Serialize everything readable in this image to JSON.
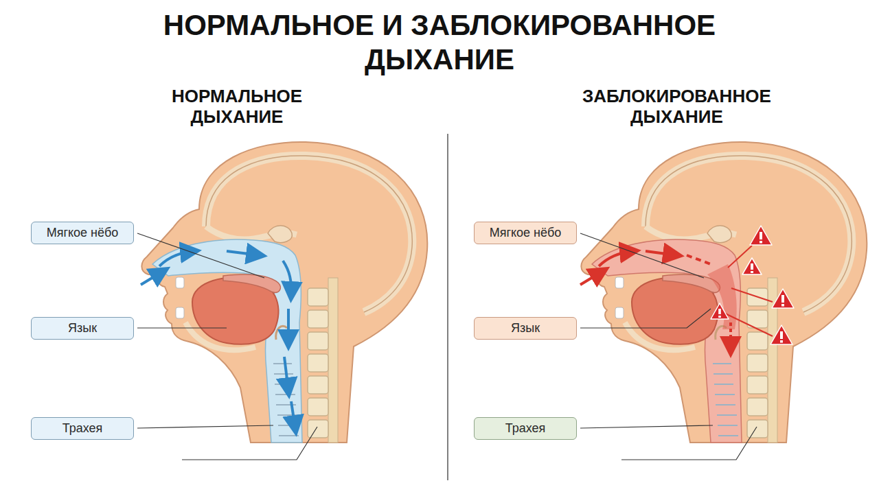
{
  "diagram": {
    "title": "НОРМАЛЬНОЕ И ЗАБЛОКИРОВАННОЕ ДЫХАНИЕ",
    "nodes": [
      {
        "text": [
          "Мягкое нёбо"
        ]
      },
      {
        "text": [
          "Язык"
        ]
      },
      {
        "text": [
          "Трахея"
        ]
      },
      {
        "text": [
          "Мягкое нёбо"
        ]
      },
      {
        "text": [
          "Язык"
        ]
      },
      {
        "text": [
          "Трахея"
        ]
      }
    ],
    "labels": [
      "НОРМАЛЬНОЕ ДЫХАНИЕ",
      "ЗАБЛОКИРОВАННОЕ ДЫХАНИЕ"
    ]
  }
}
